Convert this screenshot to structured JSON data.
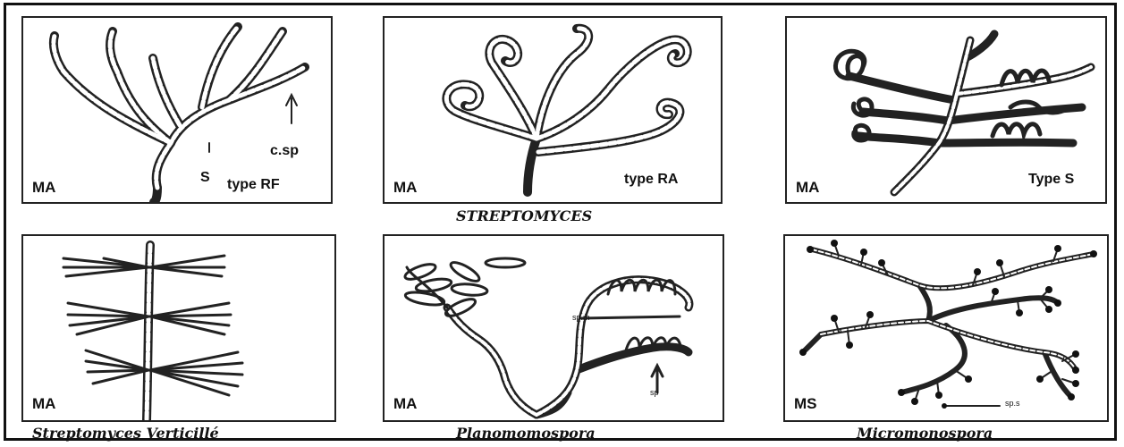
{
  "panels": [
    {
      "morph": "MA",
      "type": "type RF",
      "marks": [
        "c.sp",
        "S"
      ]
    },
    {
      "morph": "MA",
      "type": "type RA"
    },
    {
      "morph": "MA",
      "type": "Type S"
    },
    {
      "morph": "MA"
    },
    {
      "morph": "MA",
      "marks": [
        "sp.m",
        "sp"
      ]
    },
    {
      "morph": "MS",
      "marks": [
        "sp.s"
      ]
    }
  ],
  "captions": {
    "top": "STREPTOMYCES",
    "bottom_left": "Streptomyces Verticillé",
    "bottom_center": "Planomomospora",
    "bottom_right": "Micromonospora"
  },
  "colors": {
    "ink": "#222222",
    "filament_fill": "#ffffff"
  }
}
